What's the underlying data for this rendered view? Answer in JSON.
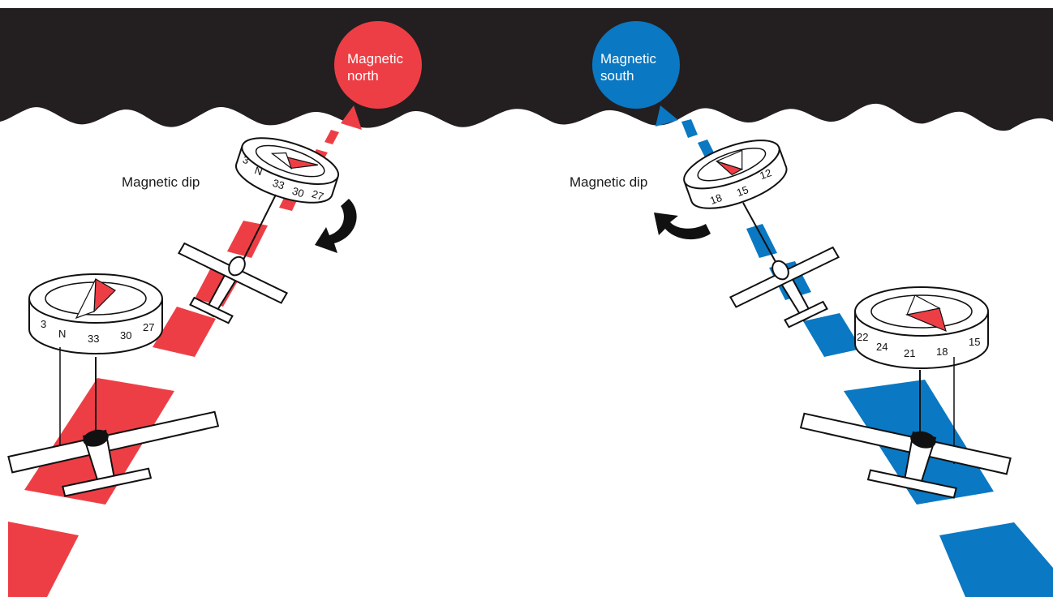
{
  "colors": {
    "sky": "#231f20",
    "north": "#ee3e45",
    "south": "#0a78c2",
    "outline": "#111111",
    "background": "#ffffff"
  },
  "poles": {
    "north": {
      "line1": "Magnetic",
      "line2": "north"
    },
    "south": {
      "line1": "Magnetic",
      "line2": "south"
    }
  },
  "labels": {
    "dip_left": "Magnetic dip",
    "dip_right": "Magnetic dip"
  },
  "compasses": {
    "left_upper": {
      "ticks": [
        "3",
        "N",
        "33",
        "30",
        "27"
      ]
    },
    "left_lower": {
      "ticks": [
        "3",
        "N",
        "33",
        "30",
        "27"
      ]
    },
    "right_upper": {
      "ticks": [
        "18",
        "15",
        "12"
      ]
    },
    "right_lower": {
      "ticks": [
        "22",
        "24",
        "21",
        "18",
        "15"
      ]
    }
  },
  "icons": [
    "turn-arrow-icon",
    "airplane-icon",
    "compass-icon"
  ]
}
